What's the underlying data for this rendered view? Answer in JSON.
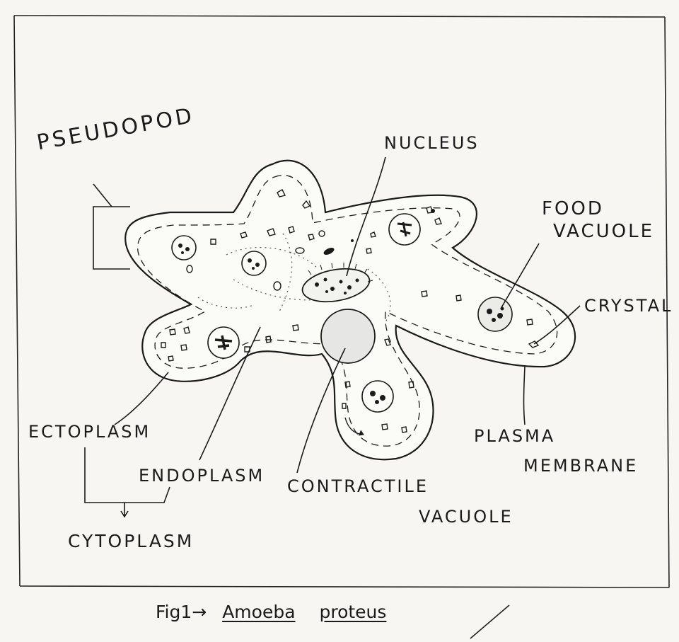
{
  "labels": {
    "pseudopod": "PSEUDOPOD",
    "nucleus": "NUCLEUS",
    "food_vacuole_line1": "FOOD",
    "food_vacuole_line2": "VACUOLE",
    "crystal": "CRYSTAL",
    "ectoplasm": "ECTOPLASM",
    "endoplasm": "ENDOPLASM",
    "contractile_vacuole_line1": "CONTRACTILE",
    "contractile_vacuole_line2": "VACUOLE",
    "plasma_membrane_line1": "PLASMA",
    "plasma_membrane_line2": "MEMBRANE",
    "cytoplasm": "CYTOPLASM"
  },
  "caption": {
    "prefix": "Fig1→",
    "genus": "Amoeba",
    "species": "proteus"
  },
  "colors": {
    "ink": "#1b1b1b",
    "paper": "#f7f6f2",
    "vacuole_fill": "#e6e6e4"
  }
}
